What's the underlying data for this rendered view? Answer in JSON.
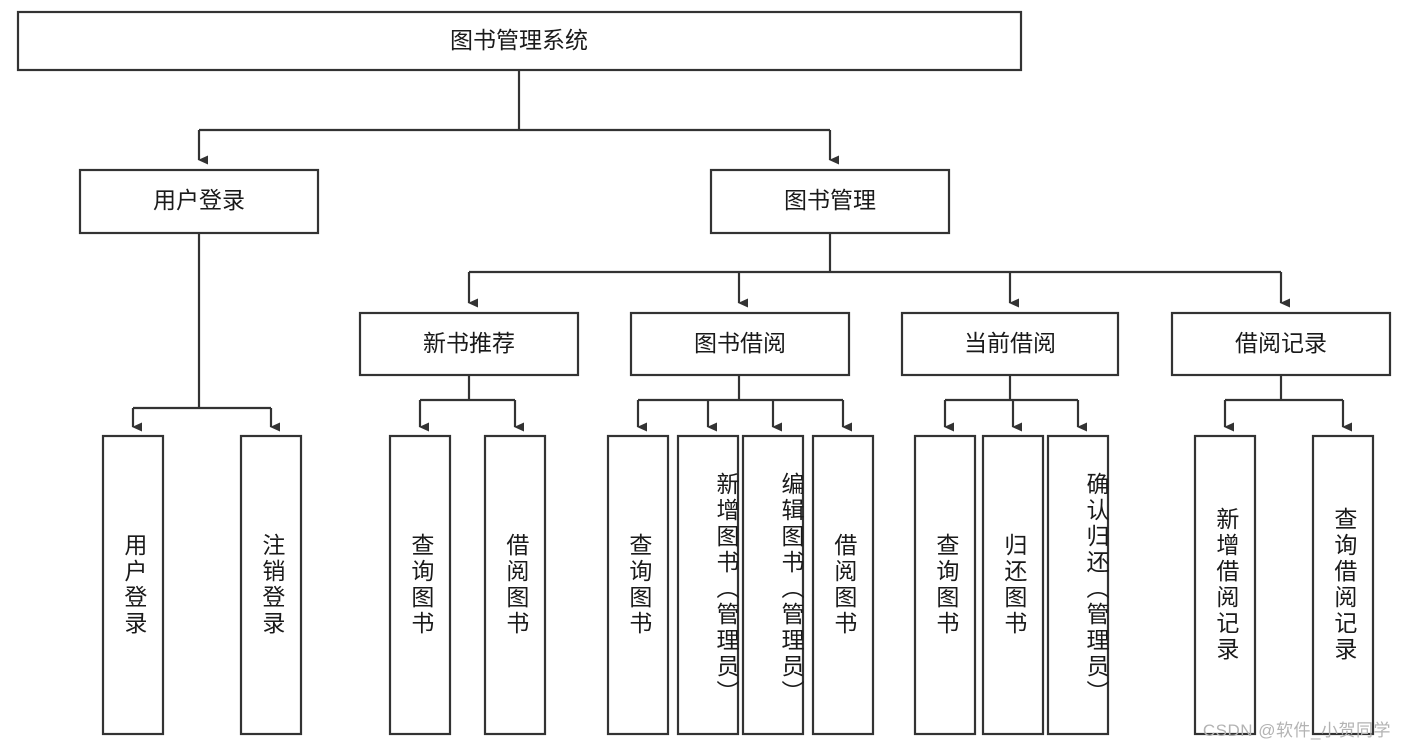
{
  "diagram": {
    "title": "图书管理系统",
    "type": "tree",
    "root": {
      "id": "root",
      "label": "图书管理系统"
    },
    "level1": [
      {
        "id": "user-login",
        "label": "用户登录"
      },
      {
        "id": "book-management",
        "label": "图书管理"
      }
    ],
    "level2": [
      {
        "id": "new-book-recommend",
        "label": "新书推荐",
        "parent": "book-management"
      },
      {
        "id": "book-borrow",
        "label": "图书借阅",
        "parent": "book-management"
      },
      {
        "id": "current-borrow",
        "label": "当前借阅",
        "parent": "book-management"
      },
      {
        "id": "borrow-record",
        "label": "借阅记录",
        "parent": "book-management"
      }
    ],
    "leaves": [
      {
        "id": "leaf-user-login",
        "label": "用户登录",
        "parent": "user-login"
      },
      {
        "id": "leaf-user-logout",
        "label": "注销登录",
        "parent": "user-login"
      },
      {
        "id": "leaf-query-book-1",
        "label": "查询图书",
        "parent": "new-book-recommend"
      },
      {
        "id": "leaf-borrow-book-1",
        "label": "借阅图书",
        "parent": "new-book-recommend"
      },
      {
        "id": "leaf-query-book-2",
        "label": "查询图书",
        "parent": "book-borrow"
      },
      {
        "id": "leaf-add-book",
        "label": "新增图书（管理员）",
        "parent": "book-borrow"
      },
      {
        "id": "leaf-edit-book",
        "label": "编辑图书（管理员）",
        "parent": "book-borrow"
      },
      {
        "id": "leaf-borrow-book-2",
        "label": "借阅图书",
        "parent": "book-borrow"
      },
      {
        "id": "leaf-query-book-3",
        "label": "查询图书",
        "parent": "current-borrow"
      },
      {
        "id": "leaf-return-book",
        "label": "归还图书",
        "parent": "current-borrow"
      },
      {
        "id": "leaf-confirm-return",
        "label": "确认归还（管理员）",
        "parent": "current-borrow"
      },
      {
        "id": "leaf-add-record",
        "label": "新增借阅记录",
        "parent": "borrow-record"
      },
      {
        "id": "leaf-query-record",
        "label": "查询借阅记录",
        "parent": "borrow-record"
      }
    ]
  },
  "watermark": {
    "text": "CSDN @软件_小贺同学"
  },
  "colors": {
    "stroke": "#333333",
    "box_fill": "#ffffff",
    "text": "#1a1a1a",
    "watermark": "#b3b3b3",
    "background": "#ffffff"
  }
}
